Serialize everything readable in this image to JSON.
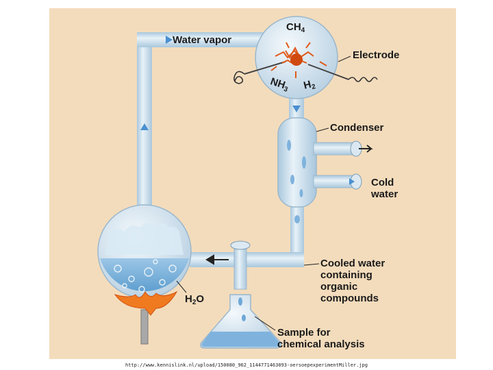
{
  "labels": {
    "water_vapor": "Water vapor",
    "ch4_base": "CH",
    "ch4_sub": "4",
    "electrode": "Electrode",
    "nh3_base": "NH",
    "nh3_sub": "3",
    "h2_base": "H",
    "h2_sub": "2",
    "condenser": "Condenser",
    "cold_water_line1": "Cold",
    "cold_water_line2": "water",
    "cooled_line1": "Cooled water",
    "cooled_line2": "containing",
    "cooled_line3": "organic",
    "cooled_line4": "compounds",
    "h2o_base": "H",
    "h2o_sub": "2",
    "h2o_tail": "O",
    "sample_line1": "Sample for",
    "sample_line2": "chemical analysis"
  },
  "caption": "http://www.kennislink.nl/upload/150080_962_1144771463093-oersoepexperimentMiller.jpg",
  "colors": {
    "background": "#f3dcbc",
    "glass": "#cfe1ee",
    "water": "#8fbfe2",
    "arrow": "#4a90d0",
    "spark": "#e05a1a",
    "flame": "#f07a20"
  }
}
